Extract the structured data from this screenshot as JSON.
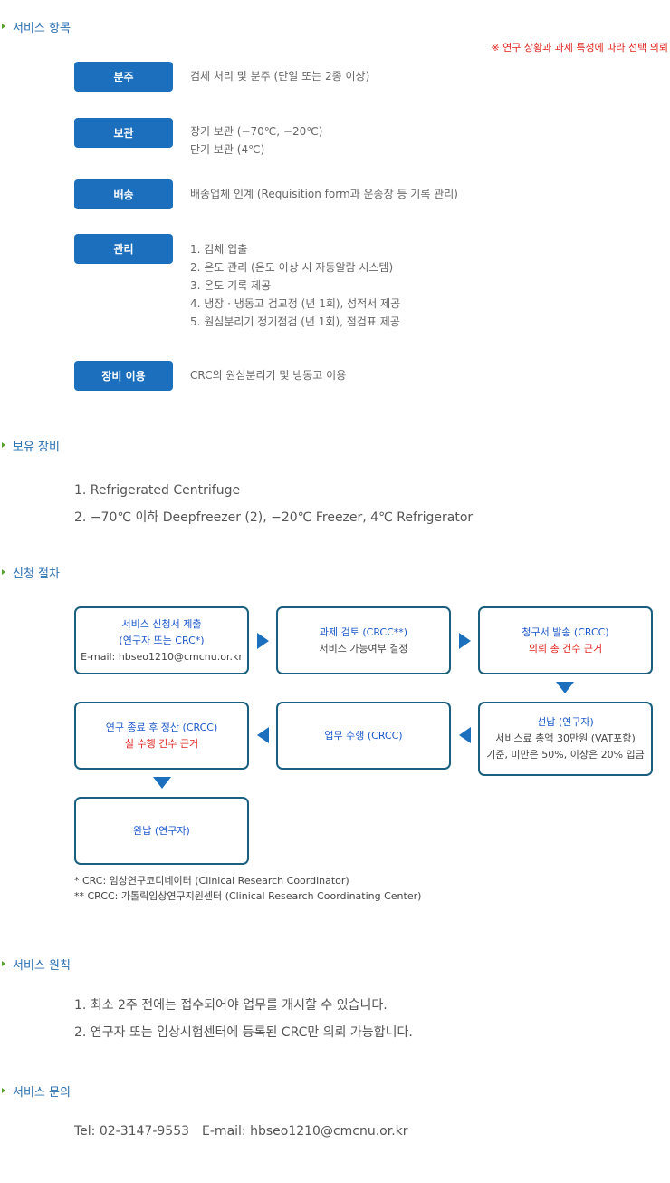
{
  "sections": {
    "service_items": "서비스 항목",
    "equipment": "보유 장비",
    "procedure": "신청 절차",
    "principles": "서비스 원칙",
    "inquiry": "서비스 문의"
  },
  "note": "※ 연구 상황과 과제 특성에 따라 선택 의뢰",
  "services": [
    {
      "label": "분주",
      "lines": [
        "검체 처리 및 분주 (단일 또는 2종 이상)"
      ]
    },
    {
      "label": "보관",
      "lines": [
        "장기 보관 (−70℃, −20℃)",
        "단기 보관 (4℃)"
      ]
    },
    {
      "label": "배송",
      "lines": [
        "배송업체 인계 (Requisition form과 운송장 등 기록 관리)"
      ]
    },
    {
      "label": "관리",
      "lines": [
        "1. 검체 입출",
        "2. 온도 관리 (온도 이상 시 자동알람 시스템)",
        "3. 온도 기록 제공",
        "4. 냉장 · 냉동고 검교정 (년 1회), 성적서 제공",
        "5. 원심분리기 정기점검 (년 1회), 점검표 제공"
      ]
    },
    {
      "label": "장비 이용",
      "lines": [
        "CRC의 원심분리기 및 냉동고 이용"
      ]
    }
  ],
  "equipment": [
    "1. Refrigerated Centrifuge",
    "2. −70℃ 이하 Deepfreezer (2),  −20℃ Freezer,  4℃ Refrigerator"
  ],
  "flow": {
    "step1": {
      "line1": "서비스 신청서 제출",
      "line2": "(연구자 또는 CRC*)",
      "line3": "E-mail: hbseo1210@cmcnu.or.kr"
    },
    "step2": {
      "line1": "과제 검토 (CRCC**)",
      "line2": "서비스 가능여부 결정"
    },
    "step3": {
      "line1": "청구서 발송 (CRCC)",
      "line2": "의뢰 총 건수 근거"
    },
    "step4": {
      "line1": "선납 (연구자)",
      "line2": "서비스료 총액 30만원 (VAT포함)",
      "line3": "기준, 미만은 50%, 이상은 20% 입금"
    },
    "step5": {
      "line1": "업무 수행 (CRCC)"
    },
    "step6": {
      "line1": "연구 종료 후 정산 (CRCC)",
      "line2": "실 수행 건수 근거"
    },
    "step7": {
      "line1": "완납 (연구자)"
    }
  },
  "footnotes": [
    "* CRC: 임상연구코디네이터  (Clinical Research Coordinator)",
    "** CRCC: 가톨릭임상연구지원센터 (Clinical Research Coordinating Center)"
  ],
  "principles": [
    "1. 최소 2주 전에는 접수되어야 업무를 개시할 수 있습니다.",
    "2. 연구자 또는 임상시험센터에 등록된 CRC만 의뢰 가능합니다."
  ],
  "contact": {
    "tel": "Tel: 02-3147-9553",
    "email": "E-mail: hbseo1210@cmcnu.or.kr"
  },
  "colors": {
    "badge": "#1b6fbc",
    "title": "#2a6fb0",
    "bullet": "#5aa02c",
    "accent_red": "#e0231d",
    "box_border": "#1a5f80"
  }
}
